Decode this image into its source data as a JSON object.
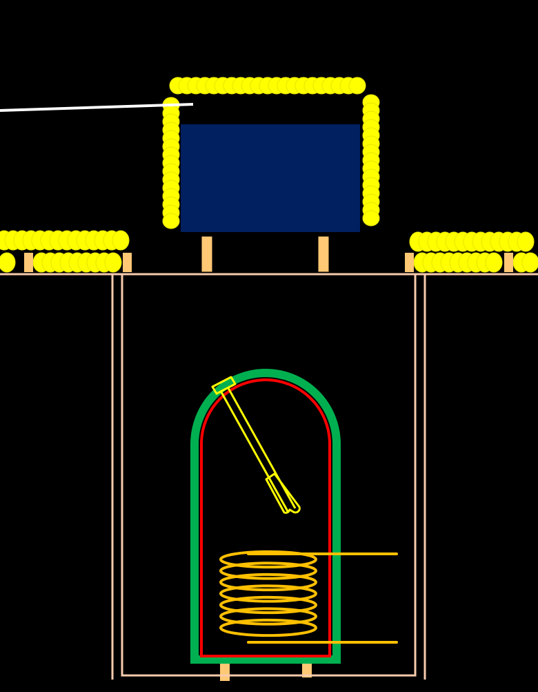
{
  "colors": {
    "background": "#000000",
    "insulation": "#FFFF00",
    "insulation_edge": "#E6E600",
    "water": "#002060",
    "support": "#FFC875",
    "floor_line": "#F8CBAD",
    "pipe": "#FFFFFF",
    "tank_outer": "#00B050",
    "tank_inner": "#FF0000",
    "coil": "#FFC000",
    "sensor": "#FFFF00"
  },
  "parts": [
    {
      "name": "insulated-reservoir",
      "icon": "rounded-insulation-blocks"
    },
    {
      "name": "water-volume",
      "icon": "filled-rectangle"
    },
    {
      "name": "feed-pipe",
      "icon": "line"
    },
    {
      "name": "floor-insulation",
      "icon": "rounded-insulation-blocks"
    },
    {
      "name": "storage-tank",
      "icon": "domed-cylinder"
    },
    {
      "name": "heat-exchanger-coil",
      "icon": "helix"
    },
    {
      "name": "temperature-sensor",
      "icon": "probe"
    }
  ]
}
